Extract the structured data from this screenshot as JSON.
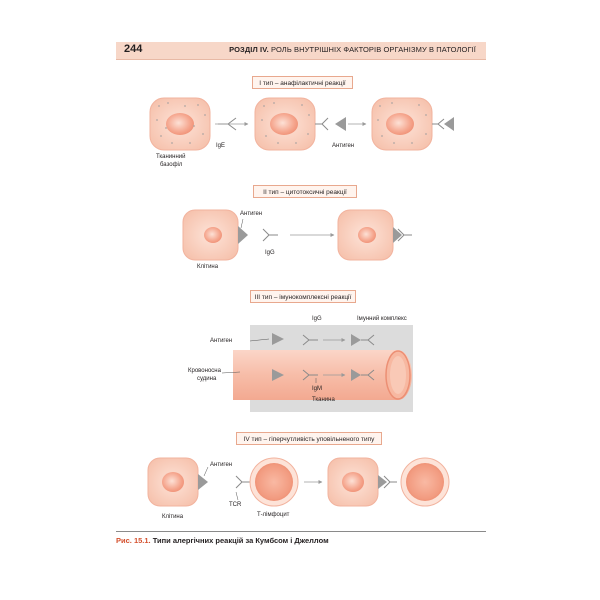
{
  "header": {
    "page_number": "244",
    "section_bold": "Розділ IV.",
    "section_rest": " Роль внутрішніх факторів організму в патології"
  },
  "type1": {
    "title": "I тип – анафілактичні реакції",
    "ige": "IgE",
    "antigen": "Антиген",
    "cell_line1": "Тканинний",
    "cell_line2": "базофіл"
  },
  "type2": {
    "title": "II тип – цитотоксичні реакції",
    "antigen": "Антиген",
    "igg": "IgG",
    "cell": "Клітина"
  },
  "type3": {
    "title": "III тип – імунокомплексні реакції",
    "igg": "IgG",
    "complex": "Імунний комплекс",
    "antigen": "Антиген",
    "vessel_line1": "Кровоносна",
    "vessel_line2": "судина",
    "igm": "IgM",
    "tissue": "Тканина"
  },
  "type4": {
    "title": "IV тип – гіперчутливість уповільненого типу",
    "antigen": "Антиген",
    "tcr": "TCR",
    "cell": "Клітина",
    "lymphocyte": "Т-лімфоцит"
  },
  "caption": {
    "number": "Рис. 15.1.",
    "text": " Типи алергічних реакцій за Кумбсом і Джеллом"
  },
  "colors": {
    "header_bg": "#f7d7c8",
    "cell_fill": "#fbd3c3",
    "nucleus": "#f4a088",
    "accent_red": "#d4502e",
    "arrow_gray": "#9a9a9a"
  }
}
